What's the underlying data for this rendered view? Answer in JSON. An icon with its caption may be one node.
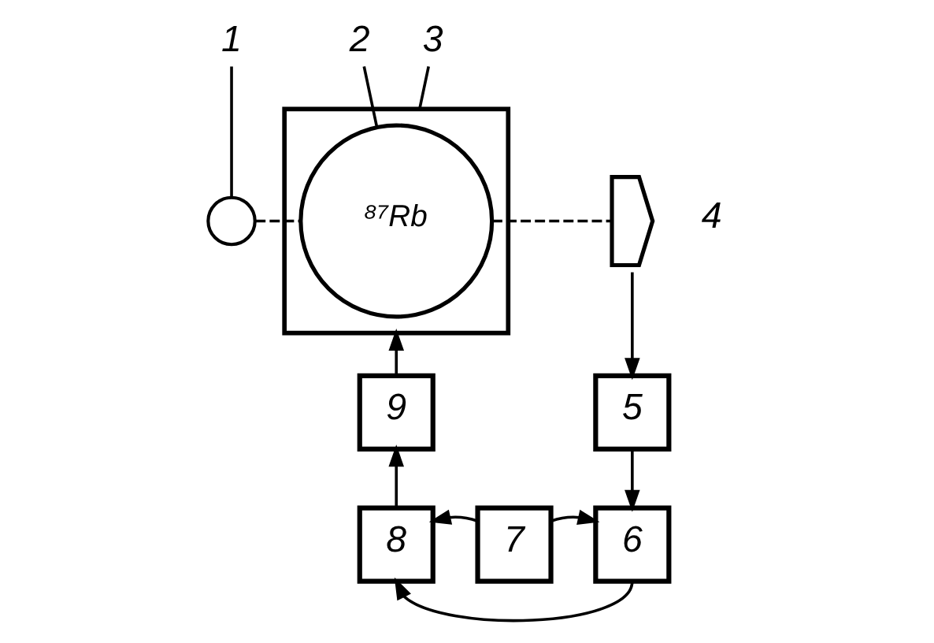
{
  "diagram": {
    "nodes": [
      {
        "text": [
          "1"
        ]
      },
      {
        "text": [],
        "shape": "circle"
      },
      {
        "text": [
          "2"
        ]
      },
      {
        "text": [
          "3"
        ]
      },
      {
        "text": [],
        "shape": "box"
      },
      {
        "text": [
          "⁸⁷Rb"
        ],
        "in": 4
      },
      {
        "text": [],
        "shape": "semicircle"
      },
      {
        "text": [
          "9"
        ]
      },
      {
        "text": [
          "5"
        ]
      },
      {
        "text": [
          "8"
        ]
      },
      {
        "text": [
          "7"
        ]
      },
      {
        "text": [
          "6"
        ]
      }
    ],
    "edges": [
      {
        "from": 0,
        "to": 1,
        "arrow": "none"
      },
      {
        "from": 2,
        "to": 5,
        "arrow": "none"
      },
      {
        "from": 3,
        "to": 4,
        "arrow": "none"
      },
      {
        "from": 1,
        "to": 5,
        "arrow": "none",
        "style": "dashed"
      },
      {
        "from": 5,
        "to": 6,
        "arrow": "none",
        "style": "dashed"
      },
      {
        "from": 6,
        "to": 8,
        "arrow": "to"
      },
      {
        "from": 8,
        "to": 11,
        "arrow": "to"
      },
      {
        "from": 10,
        "to": 9,
        "arrow": "to"
      },
      {
        "from": 10,
        "to": 11,
        "arrow": "to"
      },
      {
        "from": 11,
        "to": 9,
        "arrow": "to"
      },
      {
        "from": 9,
        "to": 7,
        "arrow": "to"
      },
      {
        "from": 7,
        "to": 4,
        "arrow": "to"
      }
    ],
    "labels": [
      "4"
    ]
  }
}
